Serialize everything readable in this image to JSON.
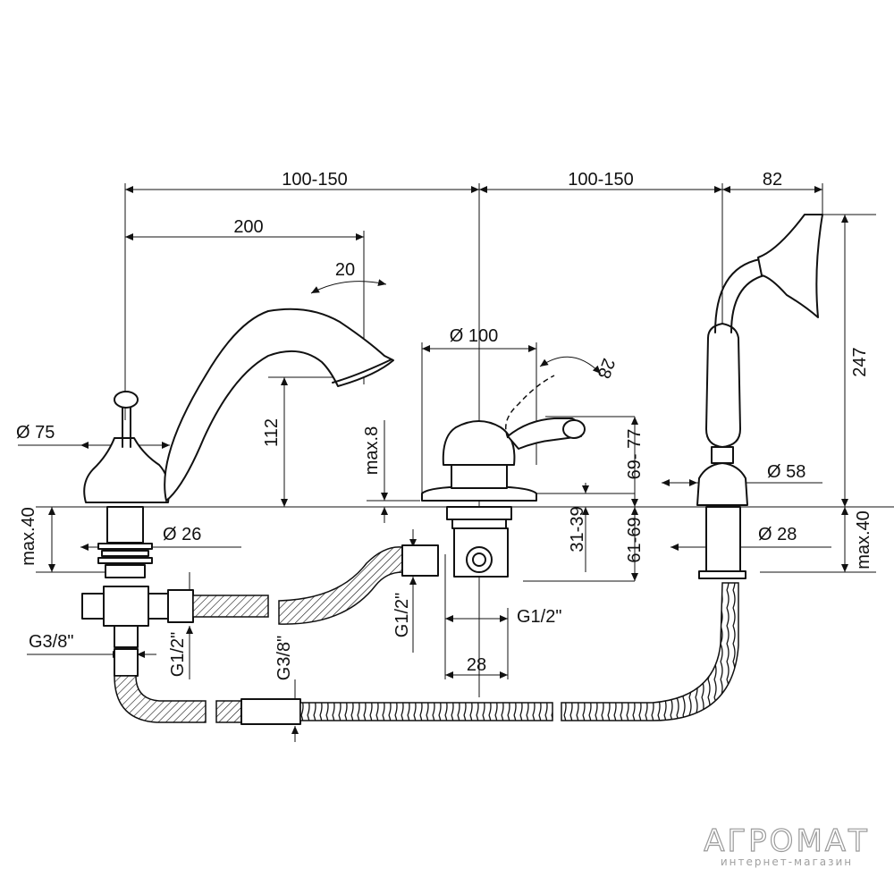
{
  "dimensions": {
    "spacing_left": "100-150",
    "spacing_right": "100-150",
    "handshower_width": "82",
    "spout_reach": "200",
    "spout_angle": "20",
    "spout_height": "112",
    "base_diameter": "Ø 75",
    "max_deck_left": "max.40",
    "shank_diameter": "Ø 26",
    "thread_g38_left": "G3/8\"",
    "thread_g12_left": "G1/2\"",
    "thread_g38_mid": "G3/8\"",
    "diverter_diameter": "Ø 100",
    "max_8": "max.8",
    "lever_angle": "28",
    "range_69_77": "69- 77",
    "range_31_39": "31-39",
    "range_61_69": "61-69",
    "thread_g12_mid": "G1/2\"",
    "thread_g12_mid_h": "G1/2\"",
    "outlet_width": "28",
    "handshower_height": "247",
    "holder_diameter": "Ø 58",
    "holder_shank_diameter": "Ø 28",
    "max_deck_right": "max.40"
  },
  "watermark": {
    "brand": "АГРОМАТ",
    "tagline": "интернет-магазин"
  }
}
